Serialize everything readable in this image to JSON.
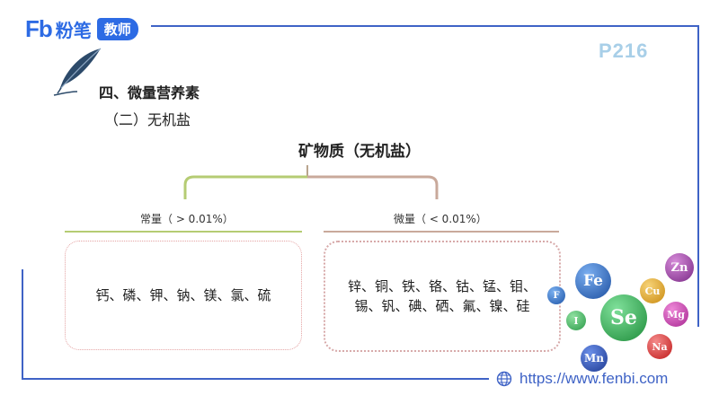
{
  "logo": {
    "brand": "Fb",
    "name": "粉笔",
    "badge": "教师"
  },
  "page_number": "P216",
  "headings": {
    "section": "四、微量营养素",
    "subsection": "（二）无机盐"
  },
  "diagram": {
    "root": "矿物质（无机盐）",
    "branches": [
      {
        "label": "常量（ > 0.01%）",
        "content": "钙、磷、钾、钠、镁、氯、硫"
      },
      {
        "label": "微量（ < 0.01%）",
        "content_lines": [
          "锌、铜、铁、铬、钴、锰、钼、",
          "锡、钒、碘、硒、氟、镍、硅"
        ]
      }
    ]
  },
  "elements": [
    "Fe",
    "Zn",
    "Cu",
    "F",
    "Se",
    "Mg",
    "I",
    "Na",
    "Mn"
  ],
  "footer": {
    "url": "https://www.fenbi.com"
  },
  "colors": {
    "frame": "#3f63c6",
    "green_branch": "#b5cc73",
    "brown_branch": "#c9a99b",
    "box_border": "#e4a3a3"
  }
}
